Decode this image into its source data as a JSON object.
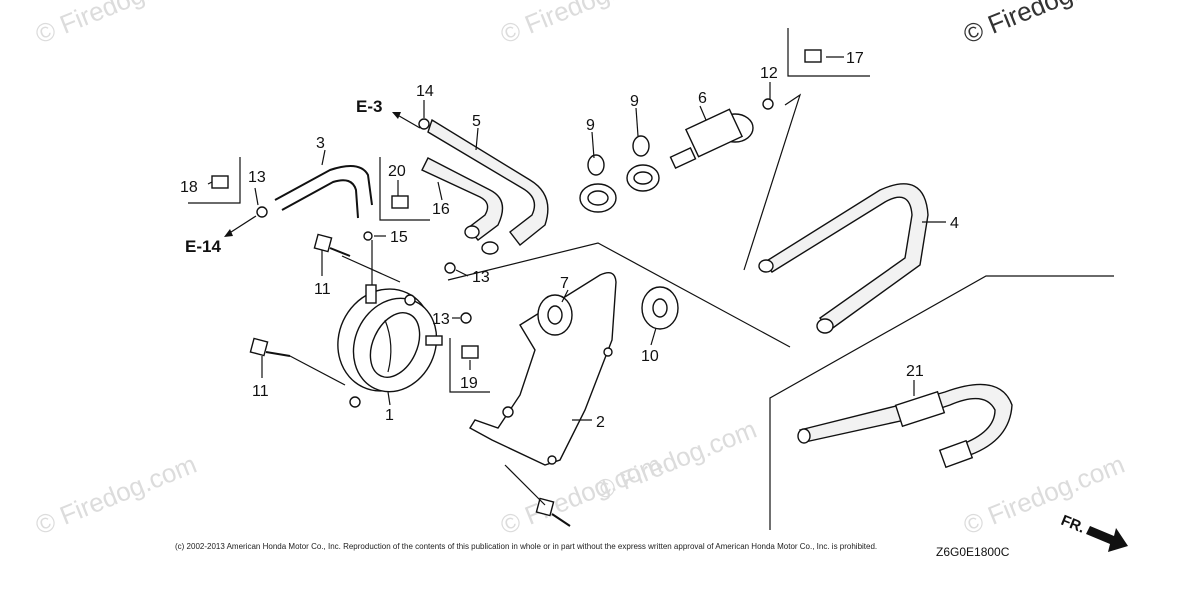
{
  "watermarks": [
    "© Firedog.com",
    "© Firedog.com",
    "© Firedog.com",
    "© Firedog.com",
    "© Firedog.com",
    "© Firedog.com",
    "© Firedog.com"
  ],
  "refs": {
    "e3": "E-3",
    "e14": "E-14"
  },
  "callouts": {
    "p1": "1",
    "p2": "2",
    "p3": "3",
    "p4": "4",
    "p5": "5",
    "p6": "6",
    "p7": "7",
    "p9a": "9",
    "p9b": "9",
    "p10": "10",
    "p11a": "11",
    "p11b": "11",
    "p12": "12",
    "p13a": "13",
    "p13b": "13",
    "p13c": "13",
    "p14": "14",
    "p15": "15",
    "p16": "16",
    "p17": "17",
    "p18": "18",
    "p19": "19",
    "p20": "20",
    "p21": "21"
  },
  "copyright": "(c) 2002-2013 American Honda Motor Co., Inc. Reproduction of the contents of this publication in whole or in part without the express written approval of American Honda Motor Co., Inc. is prohibited.",
  "diagram_code": "Z6G0E1800C",
  "direction_label": "FR."
}
